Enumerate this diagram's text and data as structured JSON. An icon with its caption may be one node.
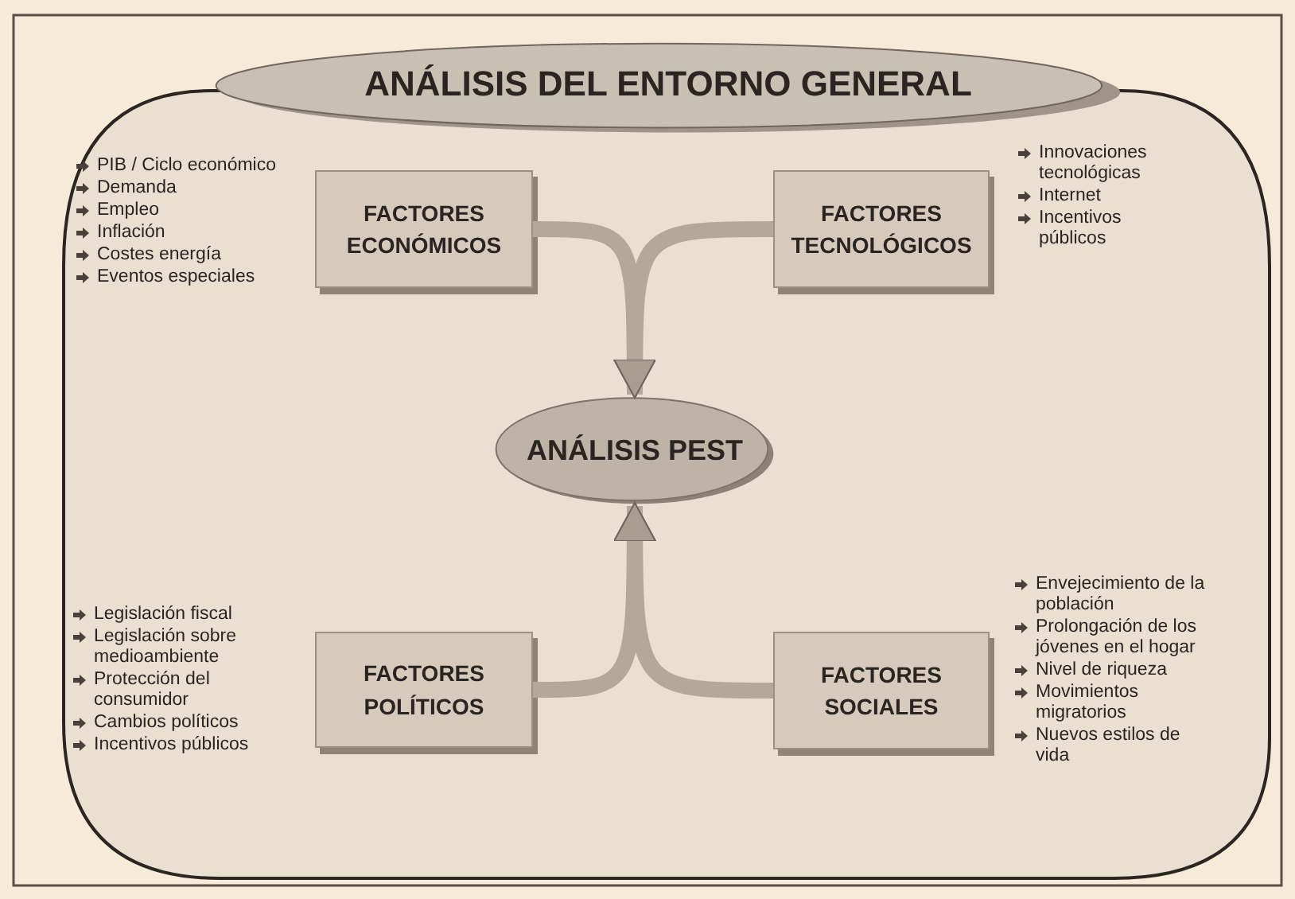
{
  "diagram": {
    "nodes": [
      {
        "text": [
          "ANÁLISIS DEL ENTORNO GENERAL"
        ]
      },
      {
        "text": [
          "FACTORES ECONÓMICOS"
        ],
        "in": 0,
        "beside": [
          "PIB / Ciclo económico",
          "Demanda",
          "Empleo",
          "Inflación",
          "Costes energía",
          "Eventos especiales"
        ]
      },
      {
        "text": [
          "FACTORES TECNOLÓGICOS"
        ],
        "in": 0,
        "beside": [
          "Innovaciones tecnológicas",
          "Internet",
          "Incentivos públicos"
        ]
      },
      {
        "text": [
          "ANÁLISIS PEST"
        ],
        "in": 0
      },
      {
        "text": [
          "FACTORES POLÍTICOS"
        ],
        "in": 0,
        "beside": [
          "Legislación fiscal",
          "Legislación sobre medioambiente",
          "Protección del consumidor",
          "Cambios políticos",
          "Incentivos públicos"
        ]
      },
      {
        "text": [
          "FACTORES SOCIALES"
        ],
        "in": 0,
        "beside": [
          "Envejecimiento de la población",
          "Prolongación de los jóvenes en el hogar",
          "Nivel de riqueza",
          "Movimientos migratorios",
          "Nuevos estilos de vida"
        ]
      }
    ],
    "edges": [
      {
        "from": 1,
        "to": 3,
        "arrow": "to"
      },
      {
        "from": 2,
        "to": 3,
        "arrow": "to"
      },
      {
        "from": 4,
        "to": 3,
        "arrow": "to"
      },
      {
        "from": 5,
        "to": 3,
        "arrow": "to"
      }
    ]
  }
}
